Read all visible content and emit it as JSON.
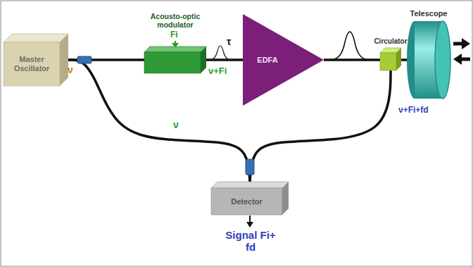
{
  "diagram": {
    "nodes": [
      {
        "text": [
          "Master Oscillator"
        ]
      },
      {
        "text": [
          "Acousto-optic modulator"
        ]
      },
      {
        "text": [
          "EDFA"
        ]
      },
      {
        "text": [
          "Circulator"
        ]
      },
      {
        "text": [
          "Telescope"
        ]
      },
      {
        "text": [
          "Detector"
        ]
      }
    ],
    "edges": [
      {
        "from": 0,
        "to": 1,
        "arrow": "none",
        "label": "ν"
      },
      {
        "from": 1,
        "to": 2,
        "arrow": "none",
        "label": "ν+Fi"
      },
      {
        "from": 2,
        "to": 3,
        "arrow": "none"
      },
      {
        "from": 3,
        "to": 4,
        "arrow": "none"
      },
      {
        "from": 0,
        "to": 5,
        "arrow": "none",
        "label": "ν"
      },
      {
        "from": 3,
        "to": 5,
        "arrow": "none",
        "label": "ν+Fi+fd"
      }
    ],
    "labels": [
      "Fi",
      "τ",
      "Signal Fi+ fd"
    ]
  }
}
